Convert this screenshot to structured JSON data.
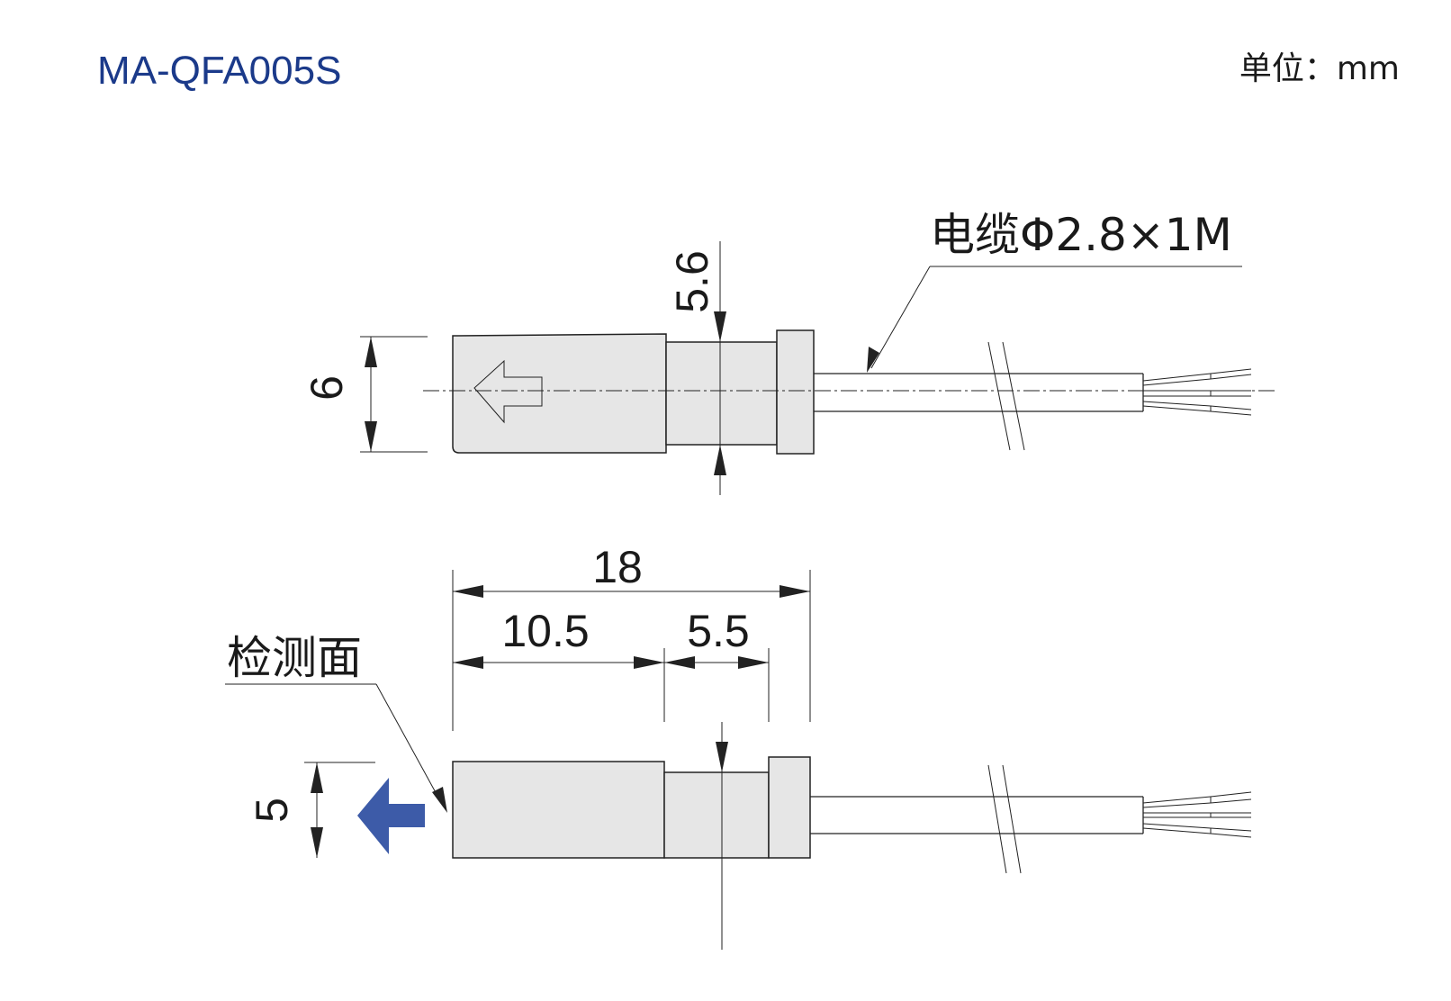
{
  "header": {
    "model": "MA-QFA005S",
    "unit_label": "单位：mm"
  },
  "dimensions": {
    "height_6": "6",
    "shaft_5_6": "5.6",
    "length_18": "18",
    "front_10_5": "10.5",
    "rear_5_5": "5.5",
    "height_5": "5"
  },
  "labels": {
    "cable": "电缆Φ2.8×1M",
    "sensing_face": "检测面"
  },
  "colors": {
    "model_text": "#1b3a8a",
    "sensing_arrow": "#3d5ba8"
  }
}
